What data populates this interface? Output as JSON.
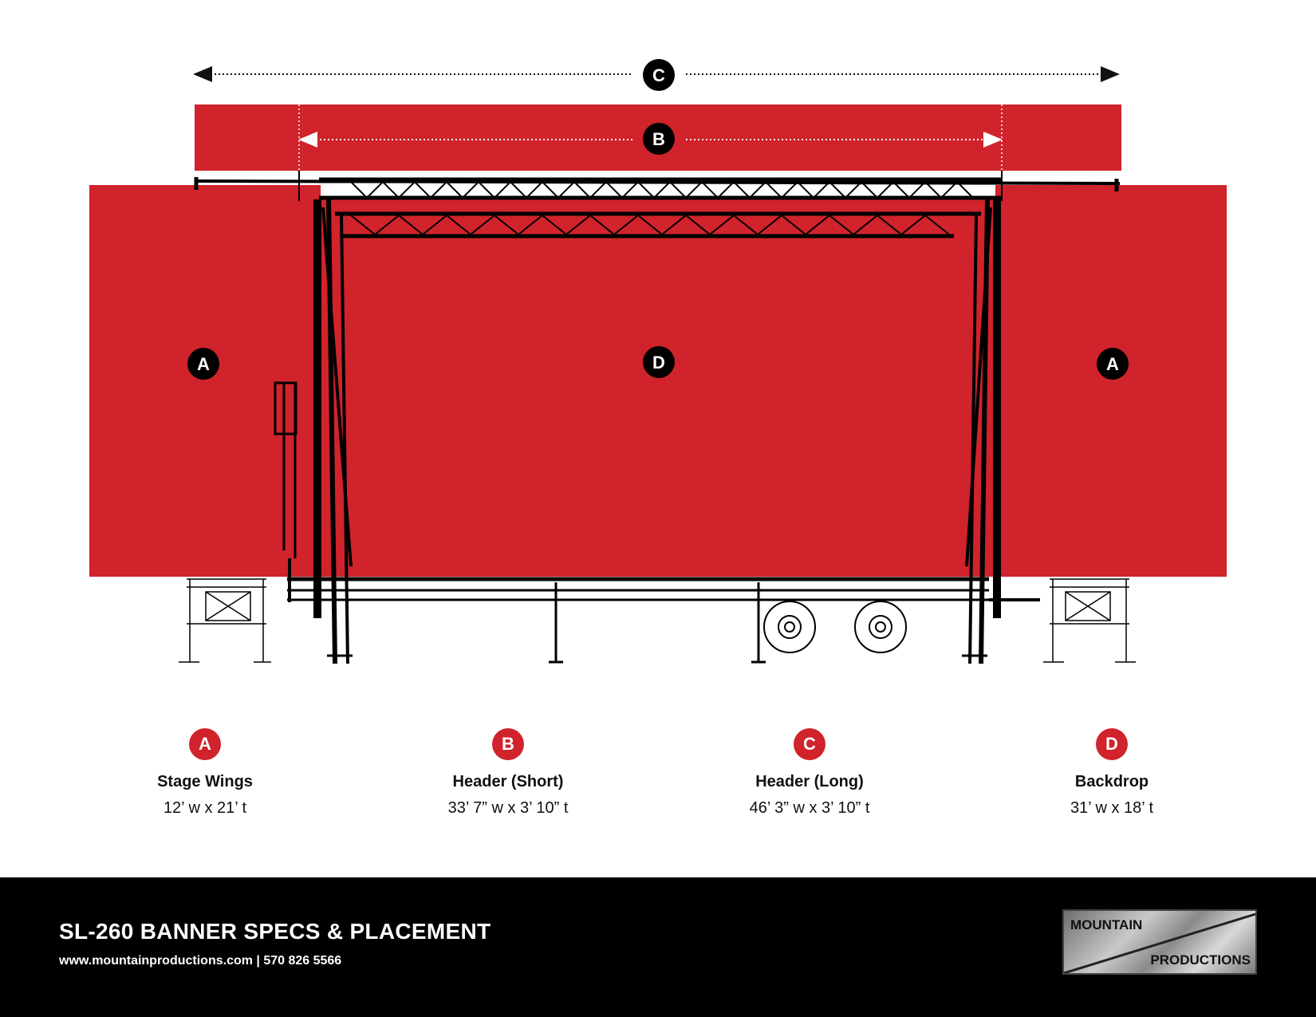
{
  "diagram": {
    "top_arrow_label": "C",
    "header_arrow_label": "B",
    "left_wing_label": "A",
    "backdrop_label": "D",
    "right_wing_label": "A",
    "banner_color": "#d0232b"
  },
  "legend": [
    {
      "letter": "A",
      "name": "Stage Wings",
      "dims": "12’ w x 21’ t"
    },
    {
      "letter": "B",
      "name": "Header (Short)",
      "dims": "33’ 7” w x 3’ 10” t"
    },
    {
      "letter": "C",
      "name": "Header (Long)",
      "dims": "46’ 3” w x 3’ 10” t"
    },
    {
      "letter": "D",
      "name": "Backdrop",
      "dims": "31’ w x 18’ t"
    }
  ],
  "footer": {
    "title": "SL-260 BANNER SPECS & PLACEMENT",
    "contact": "www.mountainproductions.com | 570 826 5566"
  },
  "logo": {
    "line1": "MOUNTAIN",
    "line2": "PRODUCTIONS"
  }
}
